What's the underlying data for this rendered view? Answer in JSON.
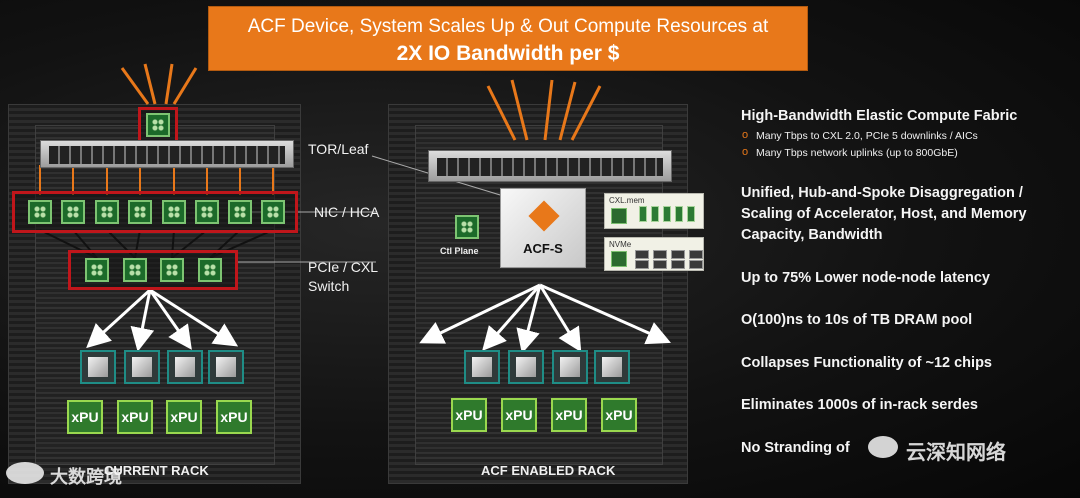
{
  "title": {
    "line1": "ACF Device, System Scales Up & Out Compute Resources at",
    "line2": "2X IO Bandwidth per $"
  },
  "labels": {
    "tor_leaf": "TOR/Leaf",
    "nic_hca": "NIC / HCA",
    "pcie_switch_line1": "PCIe / CXL",
    "pcie_switch_line2": "Switch",
    "ctl_plane": "Ctl Plane",
    "acf_s": "ACF-S",
    "cxl_mem": "CXL.mem",
    "nvme": "NVMe",
    "xpu": "xPU",
    "current_rack": "CURRENT RACK",
    "acf_rack": "ACF ENABLED RACK"
  },
  "bullets": {
    "b1_head": "High-Bandwidth Elastic Compute Fabric",
    "b1_sub1": "Many Tbps to CXL 2.0, PCIe 5 downlinks / AICs",
    "b1_sub2": "Many Tbps network uplinks (up to 800GbE)",
    "b2_line1": "Unified, Hub-and-Spoke Disaggregation /",
    "b2_line2": "Scaling of Accelerator, Host, and Memory",
    "b2_line3": "Capacity, Bandwidth",
    "b3": "Up to 75% Lower node-node latency",
    "b4": "O(100)ns to 10s of TB DRAM pool",
    "b5": "Collapses Functionality of ~12 chips",
    "b6": "Eliminates 1000s of in-rack serdes",
    "b7": "No Stranding of"
  },
  "watermarks": {
    "wm_left": "大数跨境",
    "wm_right": "云深知网络"
  },
  "colors": {
    "accent_orange": "#e8781a",
    "highlight_red": "#c0161b",
    "chip_green": "#1c6a2a"
  },
  "icons": [
    "acf-logo-icon",
    "wechat-icon",
    "watermark-logo-icon"
  ]
}
